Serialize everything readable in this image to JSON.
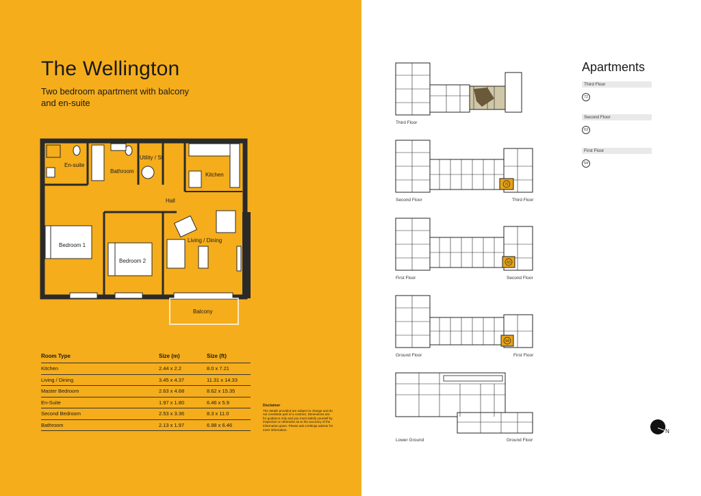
{
  "title": "The Wellington",
  "subtitle": "Two bedroom apartment with balcony and en-suite",
  "plan_rooms": {
    "ensuite": "En-suite",
    "bathroom": "Bathroom",
    "utility": "Utility / St.",
    "kitchen": "Kitchen",
    "hall": "Hall",
    "bedroom1": "Bedroom 1",
    "bedroom2": "Bedroom 2",
    "living": "Living / Dining",
    "balcony": "Balcony"
  },
  "table": {
    "headers": [
      "Room Type",
      "Size (m)",
      "Size (ft)"
    ],
    "rows": [
      [
        "Kitchen",
        "2.44 x 2.2",
        "8.0 x 7.21"
      ],
      [
        "Living / Dining",
        "3.45 x 4.37",
        "11.31 x 14.33"
      ],
      [
        "Master Bedroom",
        "2.63 x 4.68",
        "8.62 x 15.35"
      ],
      [
        "En-Suite",
        "1.97 x 1.80",
        "6.46 x 5.9"
      ],
      [
        "Second Bedroom",
        "2.53 x 3.36",
        "8.3 x 11.0"
      ],
      [
        "Bathroom",
        "2.13 x 1.97",
        "6.98 x 6.46"
      ]
    ]
  },
  "disclaimer": {
    "title": "Disclaimer",
    "text": "The details provided are subject to change and do not constitute part of a contract. Dimensions are for guidance only and you must satisfy yourself by inspection or otherwise as to the accuracy of the information given. Please ask a lettings advisor for more information."
  },
  "floorplans": [
    {
      "left": "Third Floor",
      "right": "",
      "unit": ""
    },
    {
      "left": "Second Floor",
      "right": "Third Floor",
      "unit": "72"
    },
    {
      "left": "First Floor",
      "right": "Second Floor",
      "unit": "63"
    },
    {
      "left": "Ground Floor",
      "right": "First Floor",
      "unit": "54"
    },
    {
      "left": "Lower Ground",
      "right": "Ground Floor",
      "unit": ""
    }
  ],
  "apartments": {
    "title": "Apartments",
    "floors": [
      {
        "name": "Third Floor",
        "unit": "72"
      },
      {
        "name": "Second Floor",
        "unit": "63"
      },
      {
        "name": "First Floor",
        "unit": "54"
      }
    ]
  },
  "compass": "N",
  "colors": {
    "accent": "#f5ad1b",
    "highlight": "#e8a317",
    "ink": "#1a1a1a"
  }
}
